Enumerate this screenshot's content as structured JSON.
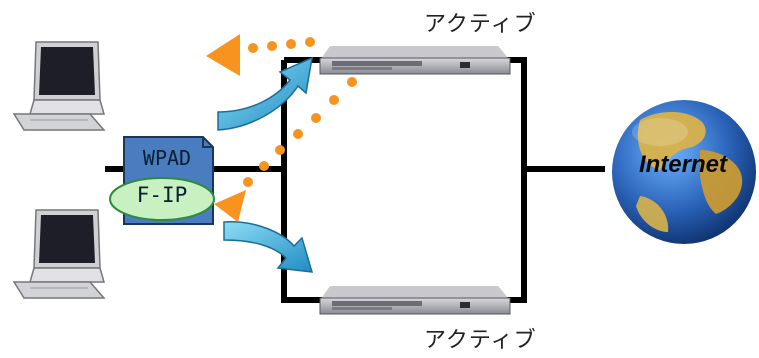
{
  "labels": {
    "server_top": "アクティブ",
    "server_bottom": "アクティブ",
    "wpad": "WPAD",
    "fip": "F-IP",
    "internet": "Internet"
  },
  "colors": {
    "network_line": "#000000",
    "wpad_box": "#4a7dbf",
    "fip_ellipse": "#c8f0c0",
    "flow_arrow": "#3aa8d8",
    "dotted_flow": "#f7931e",
    "globe_ocean": "#2f6fbf",
    "globe_land": "#d9b24a"
  }
}
